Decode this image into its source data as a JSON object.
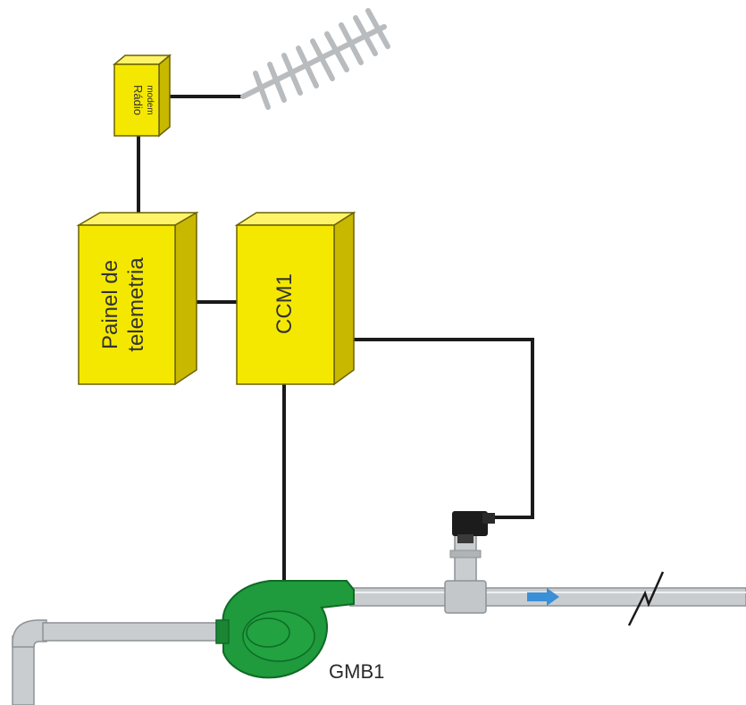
{
  "colors": {
    "box_front": "#f5e800",
    "box_top": "#fff36a",
    "box_side": "#c9b800",
    "box_stroke": "#6b6200",
    "wire": "#1a1a1a",
    "pipe": "#c9cdd0",
    "pipe_edge": "#8d9296",
    "pump": "#1f9a3c",
    "pump_dark": "#0f6a26",
    "flow_arrow": "#3a8fd6",
    "antenna": "#b9bcbf"
  },
  "icons": {
    "antenna": "yagi-antenna-icon",
    "sensor": "pressure-transmitter-icon",
    "pump": "centrifugal-pump-icon",
    "flow": "flow-arrow-icon",
    "break": "pipe-break-icon"
  },
  "labels": {
    "radio_line1": "Rádio",
    "radio_line2": "modem",
    "telemetry_line1": "Painel de",
    "telemetry_line2": "telemetria",
    "ccm": "CCM1",
    "pump": "GMB1"
  }
}
